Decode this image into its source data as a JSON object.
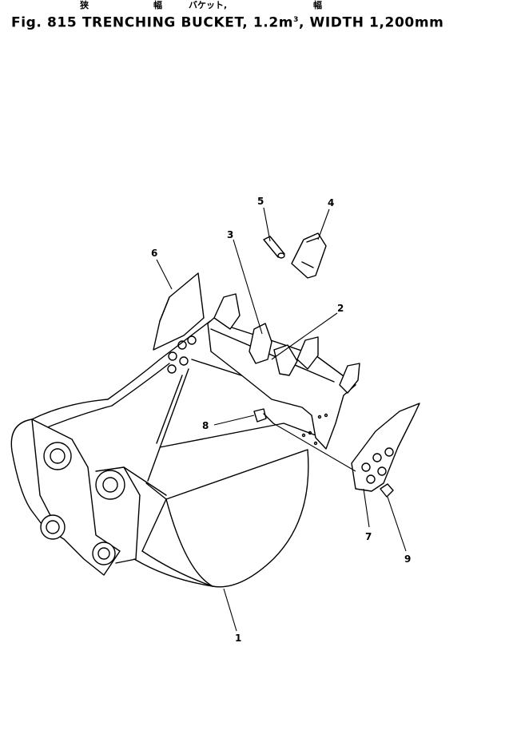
{
  "title": {
    "fig_prefix": "Fig. 815",
    "main": "TRENCHING BUCKET, 1.2m",
    "superscript": "3",
    "suffix": ", WIDTH 1,200mm"
  },
  "furigana": {
    "a": "狭",
    "b": "幅",
    "c": "バケット,",
    "d": "幅"
  },
  "callouts": [
    {
      "id": "1",
      "label": "1"
    },
    {
      "id": "2",
      "label": "2"
    },
    {
      "id": "3",
      "label": "3"
    },
    {
      "id": "4",
      "label": "4"
    },
    {
      "id": "5",
      "label": "5"
    },
    {
      "id": "6",
      "label": "6"
    },
    {
      "id": "7",
      "label": "7"
    },
    {
      "id": "8",
      "label": "8"
    },
    {
      "id": "9",
      "label": "9"
    }
  ]
}
